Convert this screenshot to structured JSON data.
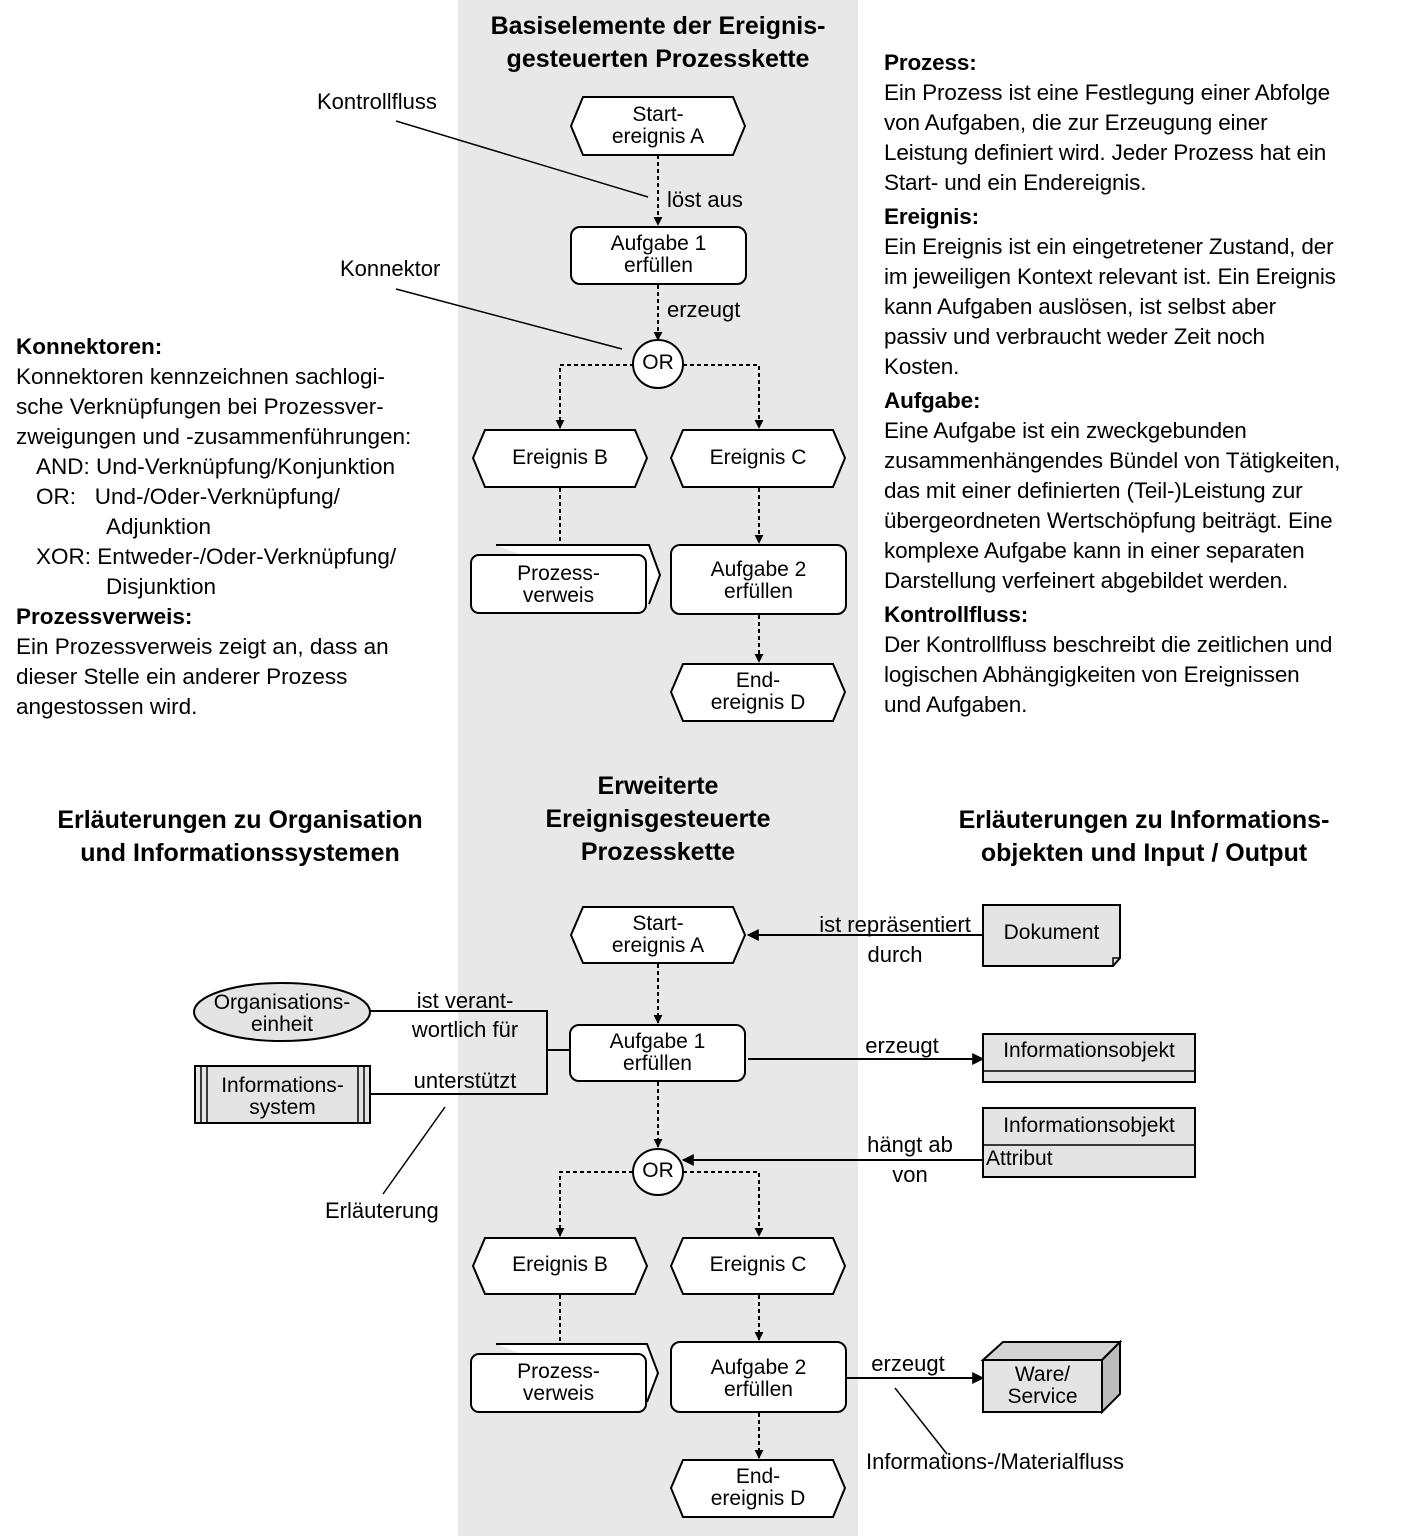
{
  "top": {
    "title": [
      "Basiselemente der Ereignis-",
      "gesteuerten Prozesskette"
    ],
    "start_event": [
      "Start-",
      "ereignis A"
    ],
    "task1": [
      "Aufgabe 1",
      "erfüllen"
    ],
    "connector": "OR",
    "event_b": "Ereignis B",
    "event_c": "Ereignis C",
    "process_ref": [
      "Prozess-",
      "verweis"
    ],
    "task2": [
      "Aufgabe 2",
      "erfüllen"
    ],
    "end_event": [
      "End-",
      "ereignis D"
    ],
    "label_triggers": "löst aus",
    "label_creates": "erzeugt",
    "callout_control_flow": "Kontrollfluss",
    "callout_connector": "Konnektor"
  },
  "left_text": {
    "connectors_heading": "Konnektoren:",
    "connectors_lines": [
      "Konnektoren kennzeichnen sachlogi-",
      "sche Verknüpfungen bei Prozessver-",
      "zweigungen und -zusammenführungen:",
      "AND: Und-Verknüpfung/Konjunktion",
      "OR:   Und-/Oder-Verknüpfung/",
      "Adjunktion",
      "XOR: Entweder-/Oder-Verknüpfung/",
      "Disjunktion"
    ],
    "process_ref_heading": "Prozessverweis:",
    "process_ref_lines": [
      "Ein Prozessverweis zeigt an, dass an",
      "dieser Stelle ein anderer Prozess",
      "angestossen wird."
    ]
  },
  "right_text": {
    "process_heading": "Prozess:",
    "process_lines": [
      "Ein Prozess ist eine Festlegung einer Abfolge",
      "von Aufgaben, die zur Erzeugung einer",
      "Leistung definiert wird. Jeder Prozess hat ein",
      "Start- und ein Endereignis."
    ],
    "event_heading": "Ereignis:",
    "event_lines": [
      "Ein Ereignis ist ein eingetretener Zustand, der",
      "im jeweiligen Kontext relevant ist. Ein Ereignis",
      "kann Aufgaben auslösen, ist selbst aber",
      "passiv und verbraucht weder Zeit noch",
      "Kosten."
    ],
    "task_heading": "Aufgabe:",
    "task_lines": [
      "Eine Aufgabe ist ein zweckgebunden",
      "zusammenhängendes Bündel von Tätigkeiten,",
      "das mit einer definierten (Teil-)Leistung zur",
      "übergeordneten Wertschöpfung beiträgt. Eine",
      "komplexe Aufgabe kann in einer separaten",
      "Darstellung verfeinert abgebildet werden."
    ],
    "control_flow_heading": "Kontrollfluss:",
    "control_flow_lines": [
      "Der Kontrollfluss beschreibt die zeitlichen und",
      "logischen Abhängigkeiten von Ereignissen",
      "und Aufgaben."
    ]
  },
  "bottom": {
    "title": [
      "Erweiterte",
      "Ereignisgesteuerte",
      "Prozesskette"
    ],
    "left_title": [
      "Erläuterungen zu Organisation",
      "und Informationssystemen"
    ],
    "right_title": [
      "Erläuterungen zu Informations-",
      "objekten und Input / Output"
    ],
    "start_event": [
      "Start-",
      "ereignis A"
    ],
    "task1": [
      "Aufgabe 1",
      "erfüllen"
    ],
    "connector": "OR",
    "event_b": "Ereignis B",
    "event_c": "Ereignis C",
    "process_ref": [
      "Prozess-",
      "verweis"
    ],
    "task2": [
      "Aufgabe 2",
      "erfüllen"
    ],
    "end_event": [
      "End-",
      "ereignis D"
    ],
    "org_unit": [
      "Organisations-",
      "einheit"
    ],
    "info_system": [
      "Informations-",
      "system"
    ],
    "label_responsible": [
      "ist verant-",
      "wortlich für"
    ],
    "label_supports": "unterstützt",
    "callout_explanation": "Erläuterung",
    "document": "Dokument",
    "label_represented": [
      "ist repräsentiert",
      "durch"
    ],
    "info_object_1": "Informationsobjekt",
    "label_creates_1": "erzeugt",
    "info_object_2": "Informationsobjekt",
    "attribute": "Attribut",
    "label_depends": [
      "hängt ab",
      "von"
    ],
    "goods": [
      "Ware/",
      "Service"
    ],
    "label_creates_2": "erzeugt",
    "callout_flow": "Informations-/Materialfluss"
  },
  "colors": {
    "center_band": "#e8e8e8",
    "node_fill": "#ffffff",
    "object_fill": "#e4e4e4",
    "line": "#000000"
  }
}
